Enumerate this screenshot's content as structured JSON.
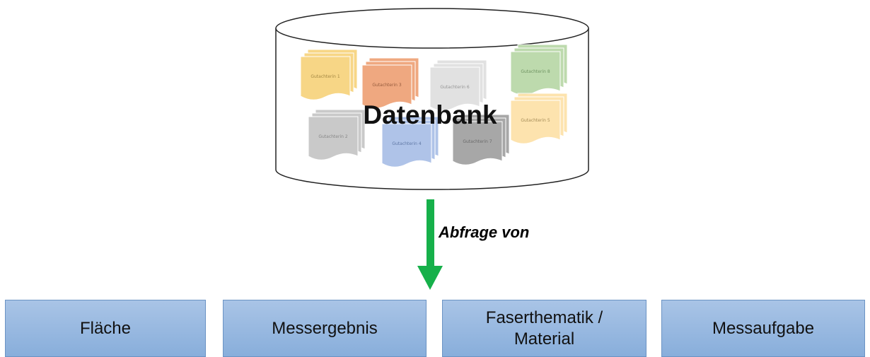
{
  "database": {
    "title": "Datenbank",
    "documents": [
      {
        "label": "Gutachterin 1",
        "color": "#f7d27a",
        "label_color": "#9a7b2e"
      },
      {
        "label": "Gutachterin 3",
        "color": "#ee9f73",
        "label_color": "#8a4a28"
      },
      {
        "label": "Gutachterin 6",
        "color": "#dedede",
        "label_color": "#8a8a8a"
      },
      {
        "label": "Gutachterin 8",
        "color": "#b6d7a5",
        "label_color": "#5f8750"
      },
      {
        "label": "Gutachterin 2",
        "color": "#c4c4c4",
        "label_color": "#7a7a7a"
      },
      {
        "label": "Gutachterin 4",
        "color": "#a7bde6",
        "label_color": "#4f6a9c"
      },
      {
        "label": "Gutachterin 7",
        "color": "#9e9e9e",
        "label_color": "#5a5a5a"
      },
      {
        "label": "Gutachterin 5",
        "color": "#fde0a6",
        "label_color": "#9a7f45"
      }
    ]
  },
  "flow": {
    "label": "Abfrage von",
    "arrow_color": "#16b04a"
  },
  "categories": [
    {
      "lines": [
        "Fläche"
      ]
    },
    {
      "lines": [
        "Messergebnis"
      ]
    },
    {
      "lines": [
        "Faserthematik /",
        "Material"
      ]
    },
    {
      "lines": [
        "Messaufgabe"
      ]
    }
  ],
  "colors": {
    "box_fill_top": "#a9c4e6",
    "box_fill_bottom": "#88aedb",
    "box_border": "#6b93c4",
    "cylinder_stroke": "#222222"
  }
}
